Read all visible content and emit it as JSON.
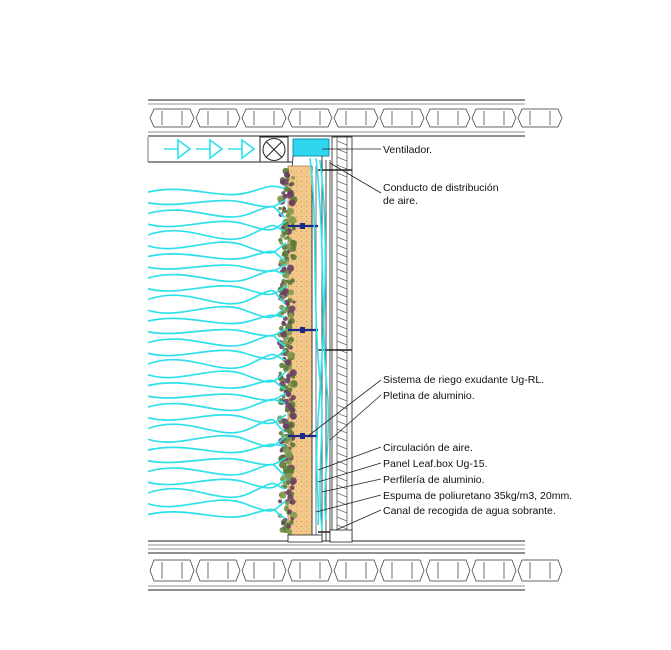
{
  "colors": {
    "air_flow": "#2fe0ea",
    "duct_fill": "#2fd6f0",
    "substrate": "#f4c98a",
    "substrate_dots": "#c9a06a",
    "foliage_green": "#5b7a3a",
    "foliage_purple": "#6a3f63",
    "line": "#222222",
    "rail": "#1b2a8a"
  },
  "labels": [
    {
      "id": "ventilador",
      "text": "Ventilador."
    },
    {
      "id": "conducto-1",
      "text": "Conducto de distribución"
    },
    {
      "id": "conducto-2",
      "text": "de aire."
    },
    {
      "id": "riego",
      "text": "Sistema de riego exudante Ug-RL."
    },
    {
      "id": "pletina",
      "text": "Pletina de aluminio."
    },
    {
      "id": "circulacion",
      "text": "Circulación de aire."
    },
    {
      "id": "panel",
      "text": "Panel Leaf.box Ug-15."
    },
    {
      "id": "perfileria",
      "text": "Perfilería de aluminio."
    },
    {
      "id": "espuma",
      "text": "Espuma de poliuretano 35kg/m3, 20mm."
    },
    {
      "id": "canal",
      "text": "Canal de recogida de agua sobrante."
    }
  ],
  "icons": {
    "fan": "fan-icon",
    "arrow": "airflow-arrow-icon"
  }
}
